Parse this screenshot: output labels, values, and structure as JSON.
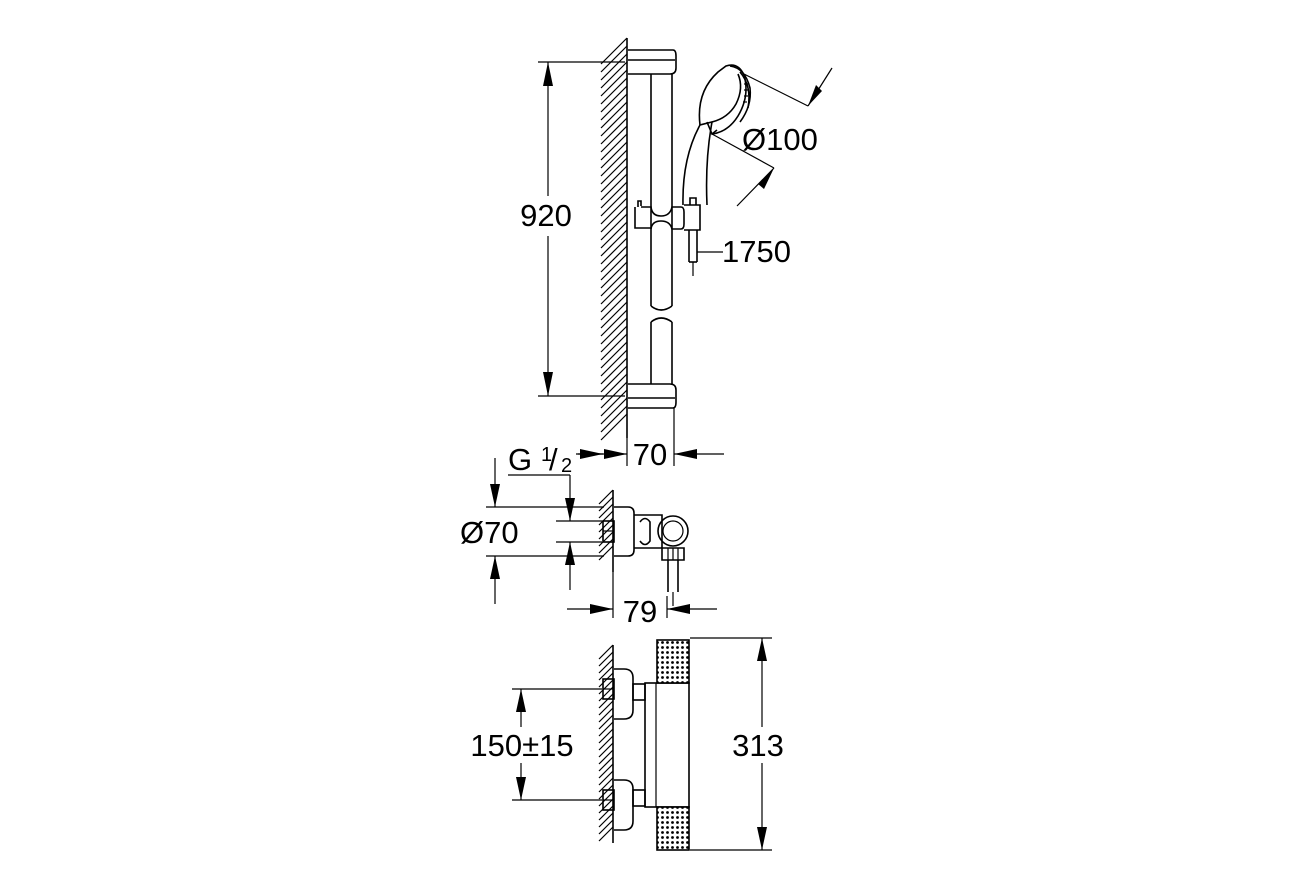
{
  "dimensions": {
    "rail_height": "920",
    "head_diameter": "Ø100",
    "hose_length": "1750",
    "wall_offset_rail": "70",
    "thread_main": "G",
    "thread_num": "1",
    "thread_sep": "/",
    "thread_den": "2",
    "rosette_diameter": "Ø70",
    "outlet_depth": "79",
    "inlet_spacing": "150±15",
    "body_height": "313"
  },
  "colors": {
    "line": "#000000",
    "background": "#ffffff"
  }
}
